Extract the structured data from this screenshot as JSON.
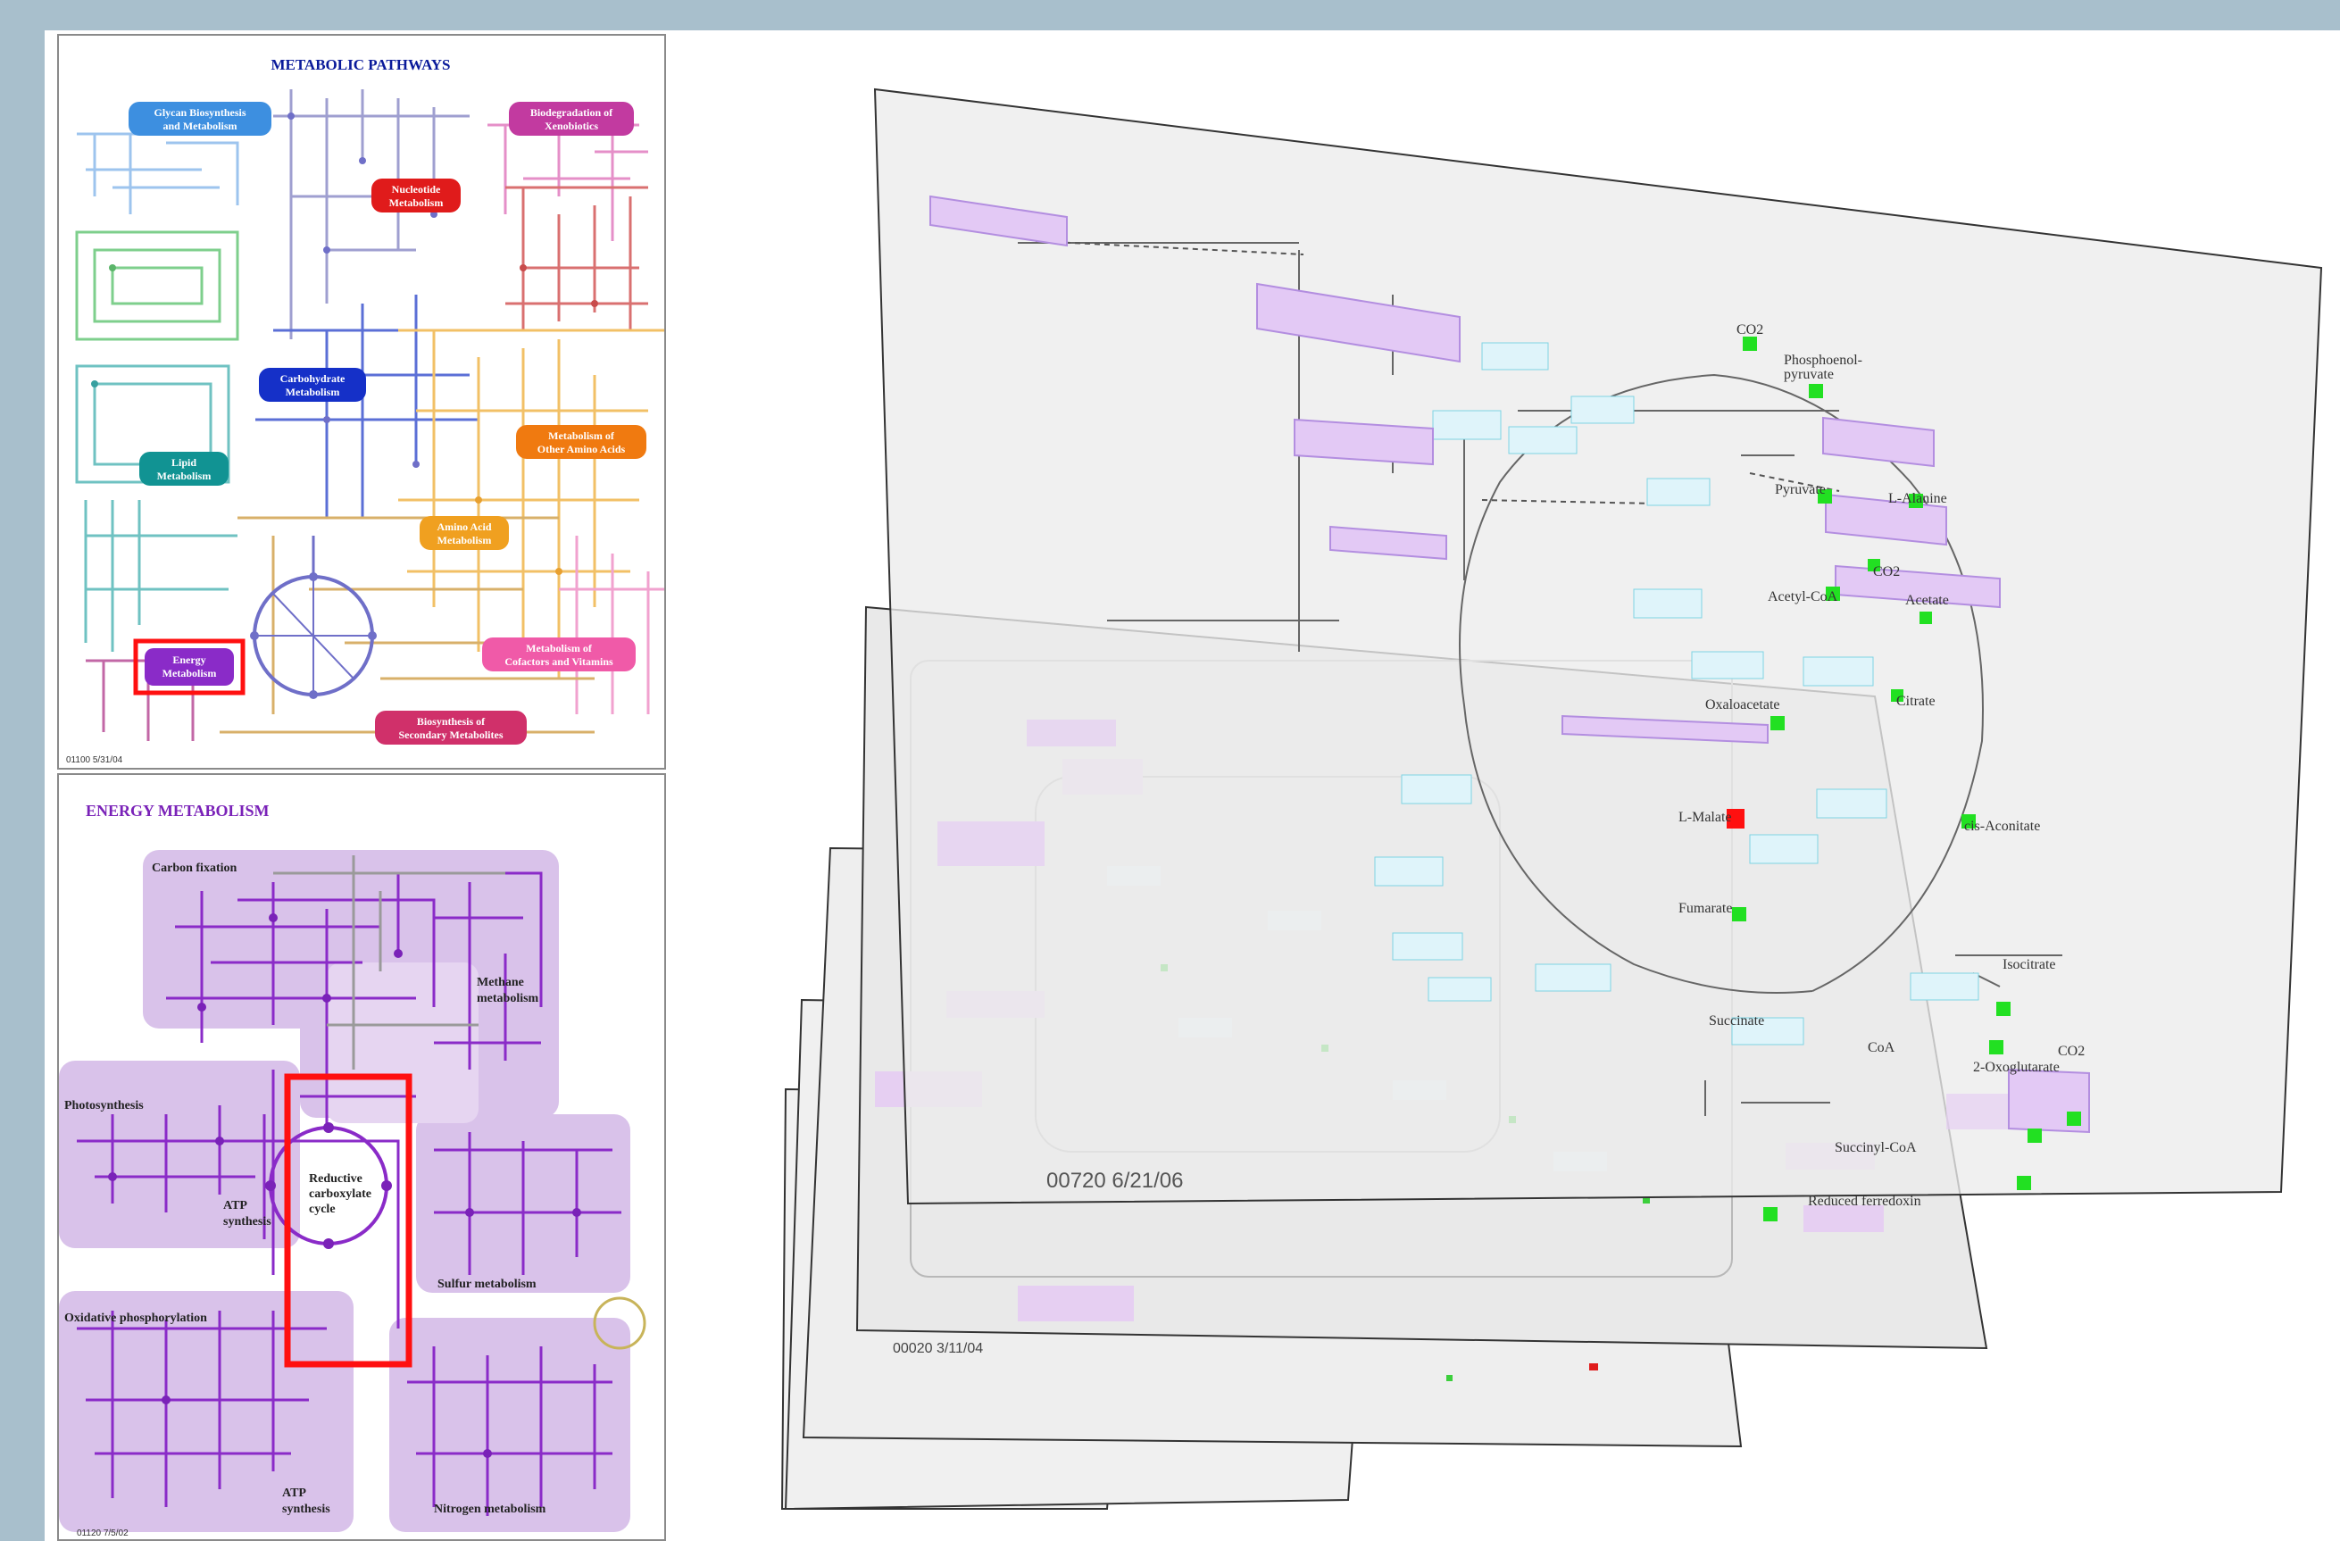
{
  "overview": {
    "title": "METABOLIC PATHWAYS",
    "footer": "01100 5/31/04",
    "categories": [
      {
        "label": "Glycan Biosynthesis and Metabolism",
        "color": "#3d8fe0"
      },
      {
        "label": "Biodegradation of Xenobiotics",
        "color": "#c23aa0"
      },
      {
        "label": "Nucleotide Metabolism",
        "color": "#e01b1b"
      },
      {
        "label": "Carbohydrate Metabolism",
        "color": "#1530c8"
      },
      {
        "label": "Metabolism of Other Amino Acids",
        "color": "#f07a10"
      },
      {
        "label": "Lipid Metabolism",
        "color": "#119393"
      },
      {
        "label": "Amino Acid Metabolism",
        "color": "#f0a020"
      },
      {
        "label": "Metabolism of Cofactors and Vitamins",
        "color": "#f05aa8"
      },
      {
        "label": "Energy Metabolism",
        "color": "#8a2bc8"
      },
      {
        "label": "Biosynthesis of Secondary Metabolites",
        "color": "#d0306a"
      }
    ]
  },
  "energy": {
    "title": "ENERGY METABOLISM",
    "footer": "01120 7/5/02",
    "labels": {
      "carbon_fixation": "Carbon fixation",
      "methane": "Methane metabolism",
      "photosynthesis": "Photosynthesis",
      "atp_synthesis_1": "ATP synthesis",
      "reductive": "Reductive carboxylate cycle",
      "sulfur": "Sulfur metabolism",
      "oxidative": "Oxidative phosphorylation",
      "atp_synthesis_2": "ATP synthesis",
      "nitrogen": "Nitrogen metabolism"
    }
  },
  "pathway": {
    "stamp": "00720 6/21/06",
    "stamp_layer2": "00020 3/11/04",
    "compounds": {
      "co2_top": "CO2",
      "pep": "Phosphoenol-pyruvate",
      "pyruvate": "Pyruvate",
      "alanine": "L-Alanine",
      "co2_mid": "CO2",
      "acetyl_coa": "Acetyl-CoA",
      "acetate": "Acetate",
      "oxaloacetate": "Oxaloacetate",
      "citrate": "Citrate",
      "malate": "L-Malate",
      "cis_aconitate": "cis-Aconitate",
      "fumarate": "Fumarate",
      "isocitrate": "Isocitrate",
      "succinate": "Succinate",
      "coa": "CoA",
      "oxoglutarate": "2-Oxoglutarate",
      "co2_right": "CO2",
      "succinyl_coa": "Succinyl-CoA",
      "ferredoxin": "Reduced ferredoxin"
    }
  }
}
